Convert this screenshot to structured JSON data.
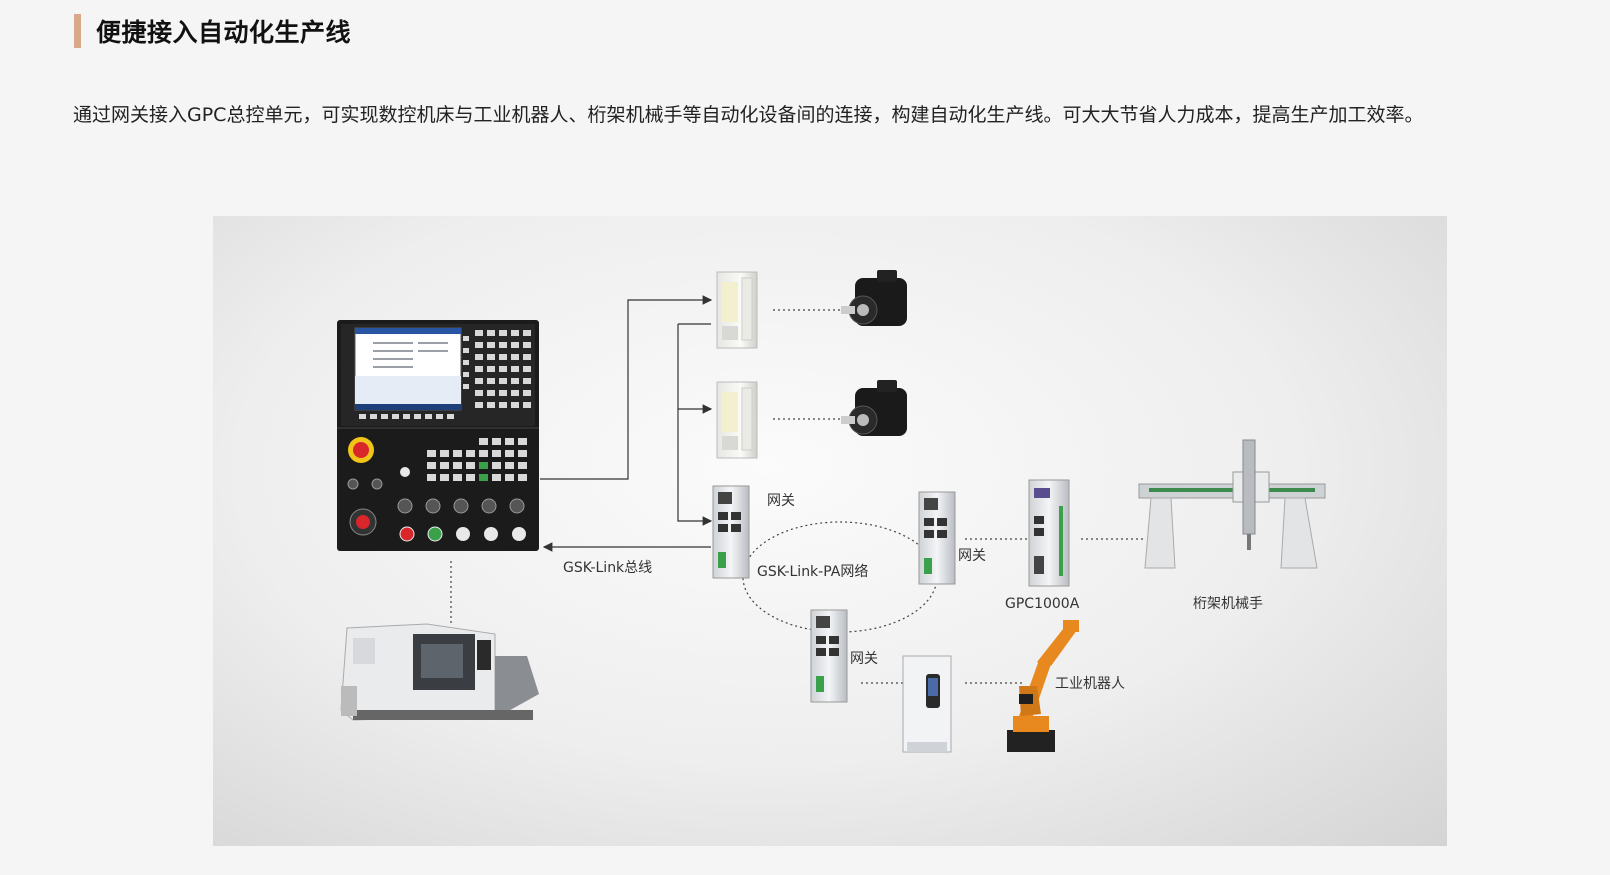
{
  "section": {
    "title": "便捷接入自动化生产线",
    "description": "通过网关接入GPC总控单元，可实现数控机床与工业机器人、桁架机械手等自动化设备间的连接，构建自动化生产线。可大大节省人力成本，提高生产加工效率。"
  },
  "diagram": {
    "labels": {
      "gateway_top": "网关",
      "gateway_right": "网关",
      "gateway_bottom": "网关",
      "gsk_link_bus": "GSK-Link总线",
      "gsk_link_pa": "GSK-Link-PA网络",
      "gpc": "GPC1000A",
      "gantry": "桁架机械手",
      "robot": "工业机器人"
    },
    "colors": {
      "title_accent": "#d9a88a",
      "robot_orange": "#e8891f",
      "emergency_red": "#d8262a"
    }
  }
}
